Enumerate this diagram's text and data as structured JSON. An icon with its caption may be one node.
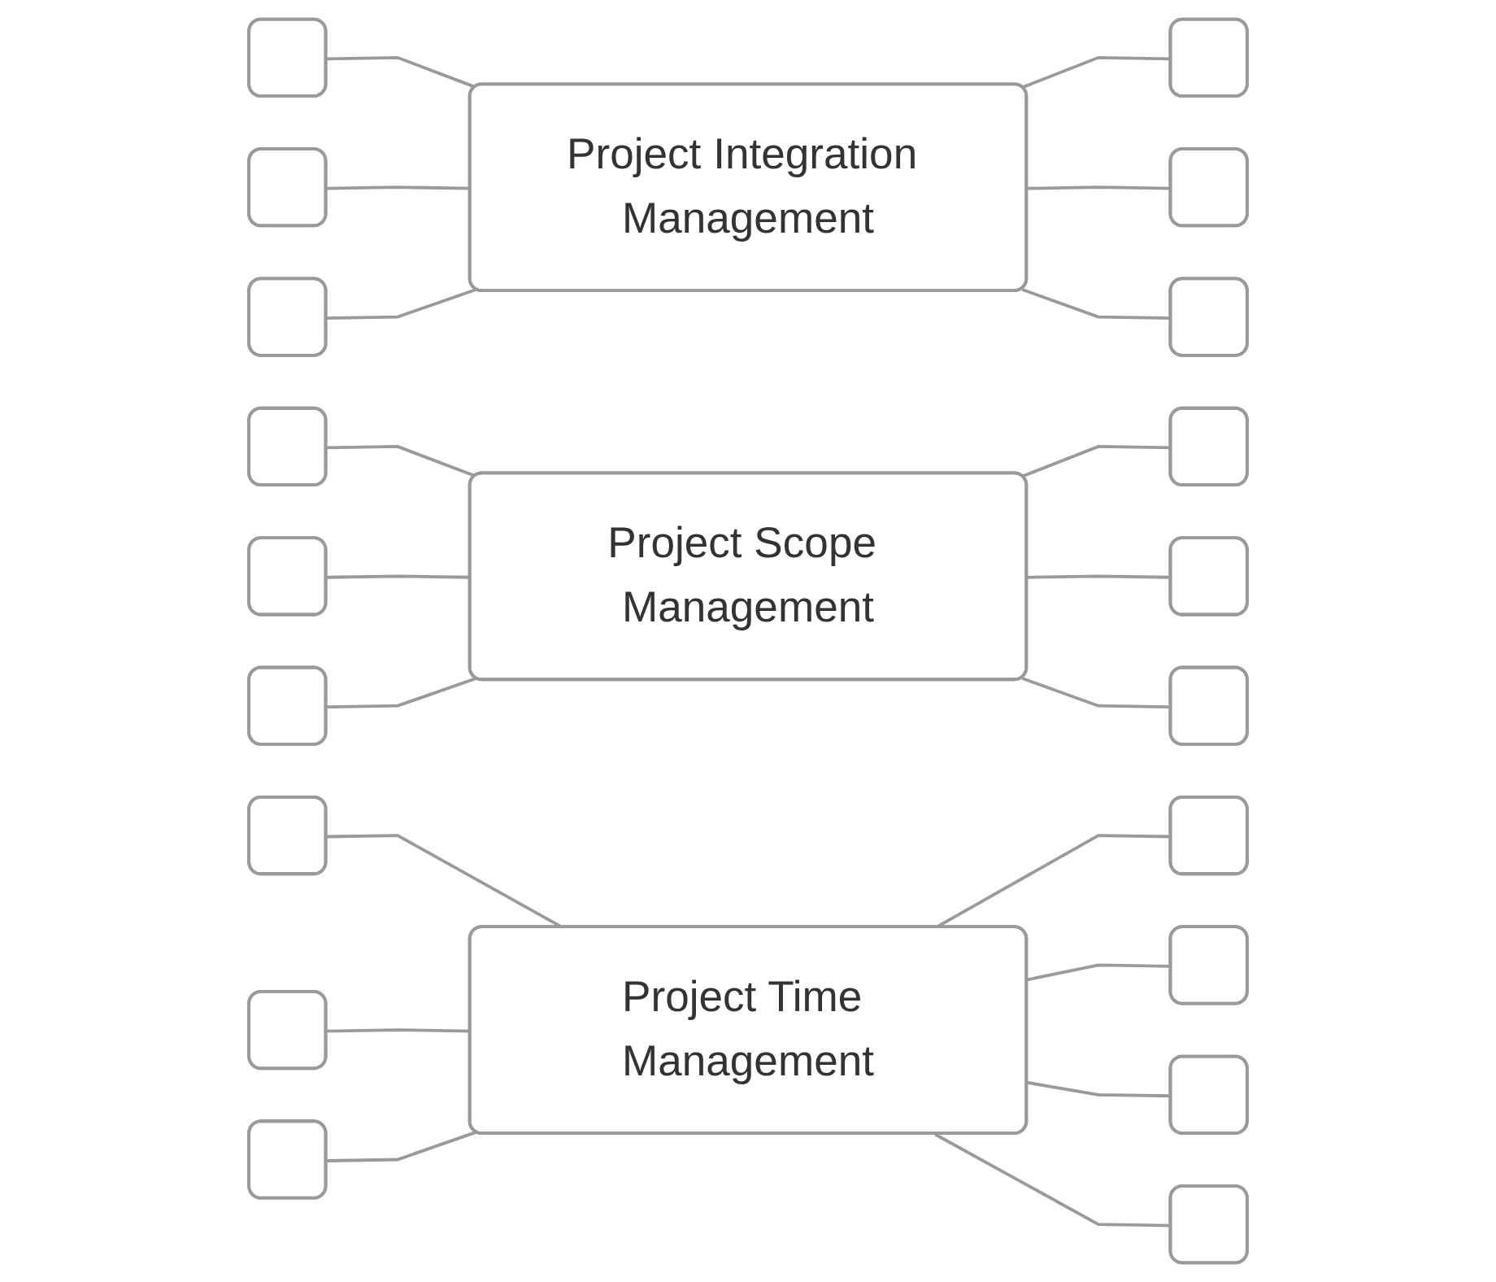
{
  "diagram": {
    "nodes": [
      {
        "text": [
          "Project Integration Management"
        ]
      },
      {
        "text": [],
        "shape": "box"
      },
      {
        "text": [],
        "shape": "box"
      },
      {
        "text": [],
        "shape": "box"
      },
      {
        "text": [],
        "shape": "box"
      },
      {
        "text": [],
        "shape": "box"
      },
      {
        "text": [],
        "shape": "box"
      },
      {
        "text": [
          "Project Scope Management"
        ]
      },
      {
        "text": [],
        "shape": "box"
      },
      {
        "text": [],
        "shape": "box"
      },
      {
        "text": [],
        "shape": "box"
      },
      {
        "text": [],
        "shape": "box"
      },
      {
        "text": [],
        "shape": "box"
      },
      {
        "text": [],
        "shape": "box"
      },
      {
        "text": [
          "Project Time Management"
        ]
      },
      {
        "text": [],
        "shape": "box"
      },
      {
        "text": [],
        "shape": "box"
      },
      {
        "text": [],
        "shape": "box"
      },
      {
        "text": [],
        "shape": "box"
      },
      {
        "text": [],
        "shape": "box"
      },
      {
        "text": [],
        "shape": "box"
      },
      {
        "text": [],
        "shape": "box"
      }
    ],
    "edges": [
      {
        "from": 1,
        "to": 0,
        "arrow": "none"
      },
      {
        "from": 2,
        "to": 0,
        "arrow": "none"
      },
      {
        "from": 3,
        "to": 0,
        "arrow": "none"
      },
      {
        "from": 0,
        "to": 4,
        "arrow": "none"
      },
      {
        "from": 0,
        "to": 5,
        "arrow": "none"
      },
      {
        "from": 0,
        "to": 6,
        "arrow": "none"
      },
      {
        "from": 8,
        "to": 7,
        "arrow": "none"
      },
      {
        "from": 9,
        "to": 7,
        "arrow": "none"
      },
      {
        "from": 10,
        "to": 7,
        "arrow": "none"
      },
      {
        "from": 7,
        "to": 11,
        "arrow": "none"
      },
      {
        "from": 7,
        "to": 12,
        "arrow": "none"
      },
      {
        "from": 7,
        "to": 13,
        "arrow": "none"
      },
      {
        "from": 15,
        "to": 14,
        "arrow": "none"
      },
      {
        "from": 16,
        "to": 14,
        "arrow": "none"
      },
      {
        "from": 17,
        "to": 14,
        "arrow": "none"
      },
      {
        "from": 14,
        "to": 18,
        "arrow": "none"
      },
      {
        "from": 14,
        "to": 19,
        "arrow": "none"
      },
      {
        "from": 14,
        "to": 20,
        "arrow": "none"
      },
      {
        "from": 14,
        "to": 21,
        "arrow": "none"
      }
    ]
  }
}
